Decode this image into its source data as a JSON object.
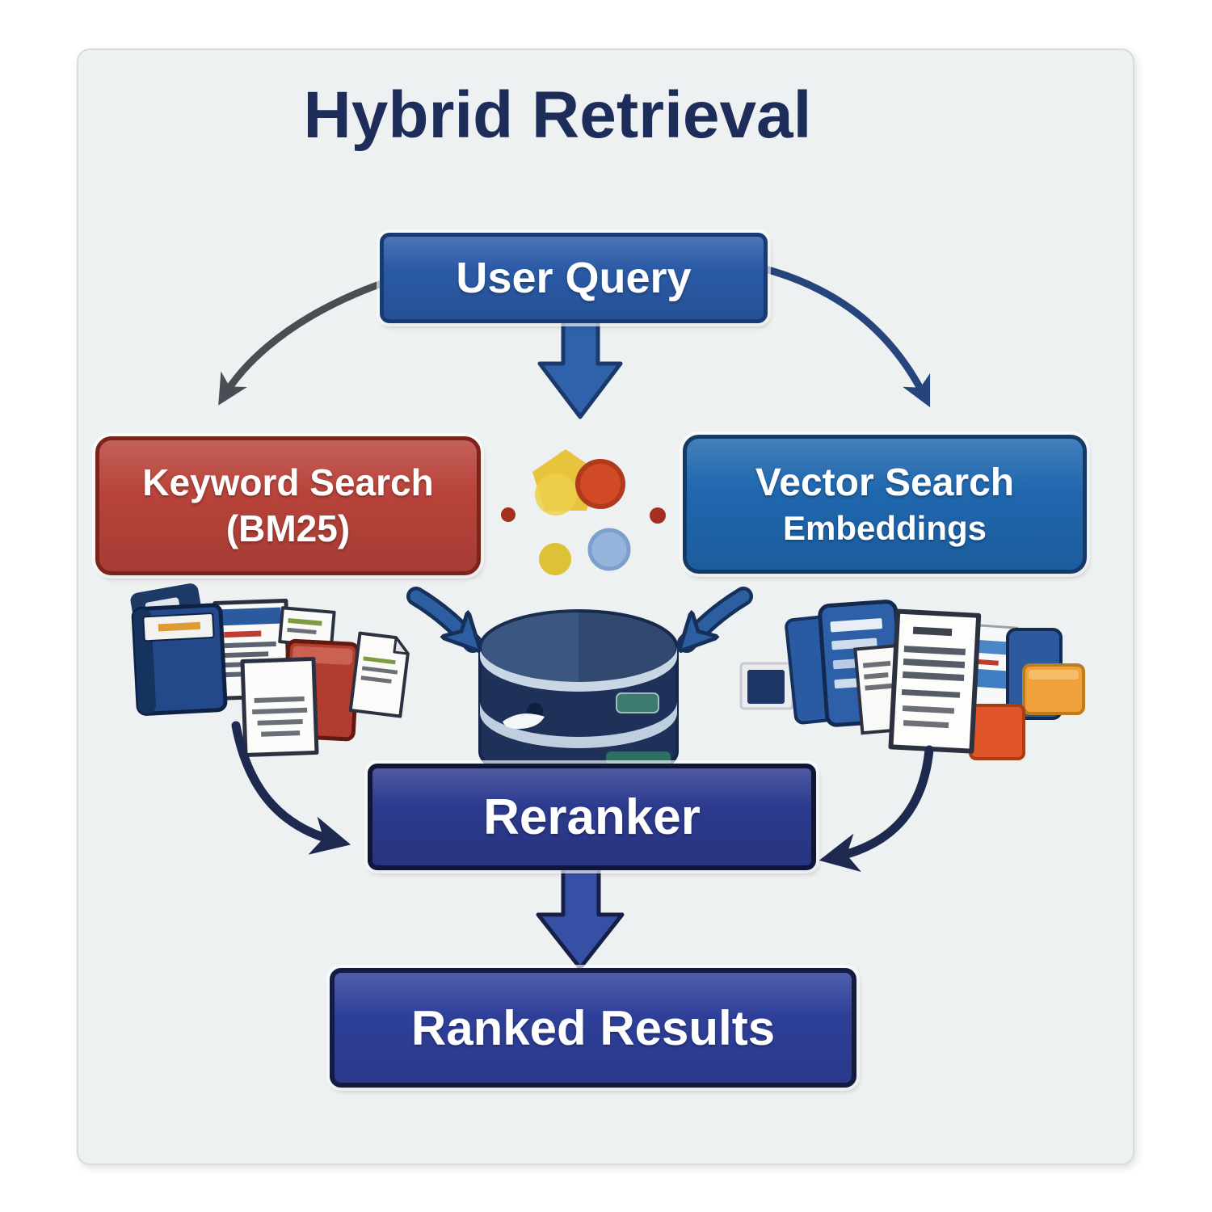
{
  "title": "Hybrid Retrieval",
  "nodes": {
    "user_query": {
      "label": "User Query",
      "color": "#2a5aa6"
    },
    "keyword_search": {
      "line1": "Keyword Search",
      "line2": "(BM25)",
      "color": "#b8433a"
    },
    "vector_search": {
      "line1": "Vector Search",
      "line2": "Embeddings",
      "color": "#1f67ae"
    },
    "reranker": {
      "label": "Reranker",
      "color": "#2c3a8e"
    },
    "ranked_results": {
      "label": "Ranked Results",
      "color": "#2e3f99"
    }
  },
  "icons": {
    "database": "database-cylinder-icon",
    "keyword_docs": "keyword-docs-icon",
    "vector_docs": "vector-docs-icon",
    "scatter_dots": "scatter-dots-icon"
  },
  "colors": {
    "title_text": "#1e2c5a",
    "panel_bg": "#eef1f1",
    "arrow_gray": "#4a4e54",
    "arrow_navy": "#26457c",
    "arrow_dark_navy": "#1e2950",
    "arrow_blue": "#2d5fa0",
    "down_arrow_top": "#2f62ab",
    "down_arrow_bottom": "#3650a6"
  }
}
